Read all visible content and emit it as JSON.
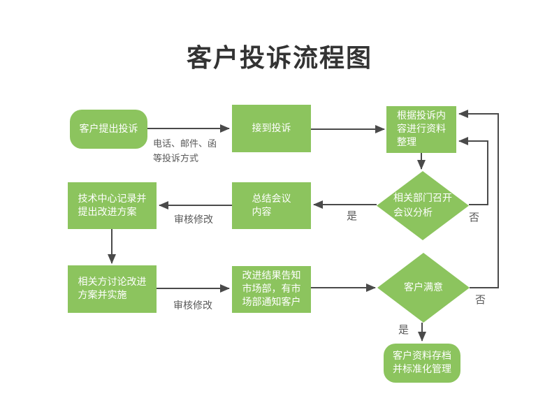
{
  "title": "客户投诉流程图",
  "colors": {
    "node_fill": "#8CC45E",
    "line": "#4A4A4A",
    "label_text": "#595959",
    "node_text": "#FFFFFF",
    "title_text": "#333333",
    "background": "#FFFFFF"
  },
  "nodes": [
    {
      "id": "start",
      "shape": "terminator",
      "label": "客户提出投诉"
    },
    {
      "id": "receive",
      "shape": "process",
      "label": "接到投诉"
    },
    {
      "id": "organize",
      "shape": "process",
      "label": "根据投诉内\n容进行资料\n整理"
    },
    {
      "id": "meeting",
      "shape": "decision",
      "label": "相关部门召开\n会议分析"
    },
    {
      "id": "summary",
      "shape": "process",
      "label": "总结会议\n内容"
    },
    {
      "id": "record",
      "shape": "process",
      "label": "技术中心记录并\n提出改进方案"
    },
    {
      "id": "implement",
      "shape": "process",
      "label": "相关方讨论改进\n方案并实施"
    },
    {
      "id": "notify",
      "shape": "process",
      "label": "改进结果告知\n市场部，有市\n场部通知客户"
    },
    {
      "id": "satisfied",
      "shape": "decision",
      "label": "客户满意"
    },
    {
      "id": "archive",
      "shape": "terminator",
      "label": "客户资料存档\n并标准化管理"
    }
  ],
  "edge_labels": {
    "contact_method": "电话、邮件、函\n等投诉方式",
    "yes_meeting": "是",
    "no_meeting": "否",
    "review_1": "审核修改",
    "review_2": "审核修改",
    "yes_satisfied": "是",
    "no_satisfied": "否"
  }
}
